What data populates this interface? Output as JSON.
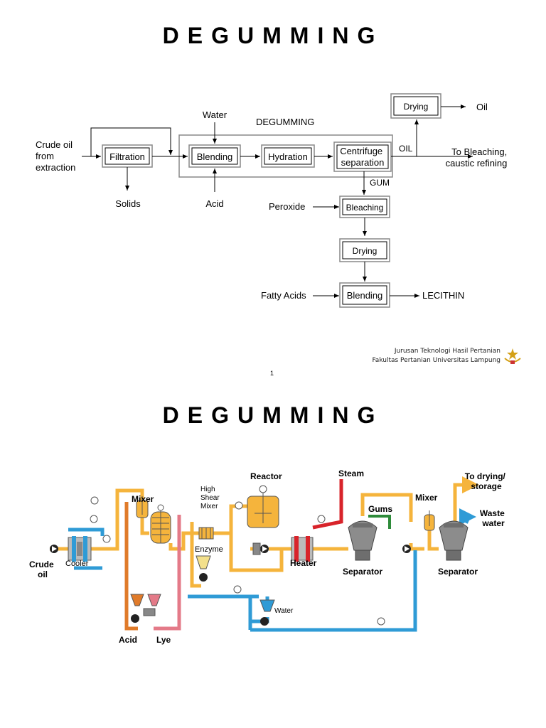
{
  "slide1": {
    "title": "DEGUMMING",
    "flow": {
      "crude_line1": "Crude oil",
      "crude_line2": "from",
      "crude_line3": "extraction",
      "filtration": "Filtration",
      "solids": "Solids",
      "water": "Water",
      "blending": "Blending",
      "acid": "Acid",
      "hydration": "Hydration",
      "degumming": "DEGUMMING",
      "centrifuge_line1": "Centrifuge",
      "centrifuge_line2": "separation",
      "oil": "OIL",
      "drying_top": "Drying",
      "oil_out": "Oil",
      "to_bleaching_line1": "To Bleaching,",
      "to_bleaching_line2": "caustic refining",
      "gum": "GUM",
      "peroxide": "Peroxide",
      "bleaching": "Bleaching",
      "drying_mid": "Drying",
      "fatty_acids": "Fatty Acids",
      "blending_bottom": "Blending",
      "lecithin": "LECITHIN"
    },
    "footer": {
      "line1": "Jurusan Teknologi Hasil Pertanian",
      "line2": "Fakultas Pertanian Universitas Lampung"
    },
    "page_number": "1"
  },
  "slide2": {
    "title": "DEGUMMING",
    "labels": {
      "crude_line1": "Crude",
      "crude_line2": "oil",
      "cooler": "Cooler",
      "mixer1": "Mixer",
      "high_shear_line1": "High",
      "high_shear_line2": "Shear",
      "high_shear_line3": "Mixer",
      "enzyme": "Enzyme",
      "reactor": "Reactor",
      "heater": "Heater",
      "steam": "Steam",
      "gums": "Gums",
      "separator1": "Separator",
      "mixer2": "Mixer",
      "separator2": "Separator",
      "to_drying_line1": "To drying/",
      "to_drying_line2": "storage",
      "waste_line1": "Waste",
      "waste_line2": "water",
      "water": "Water",
      "acid": "Acid",
      "lye": "Lye"
    },
    "colors": {
      "oil_pipe": "#f5b43c",
      "water_pipe": "#2f9bd6",
      "steam_pipe": "#d8232a",
      "acid_pipe": "#e07b2a",
      "lye_pipe": "#e47a88",
      "gums_pipe": "#2e8b3a",
      "equipment_gray": "#8c8c8c"
    }
  }
}
